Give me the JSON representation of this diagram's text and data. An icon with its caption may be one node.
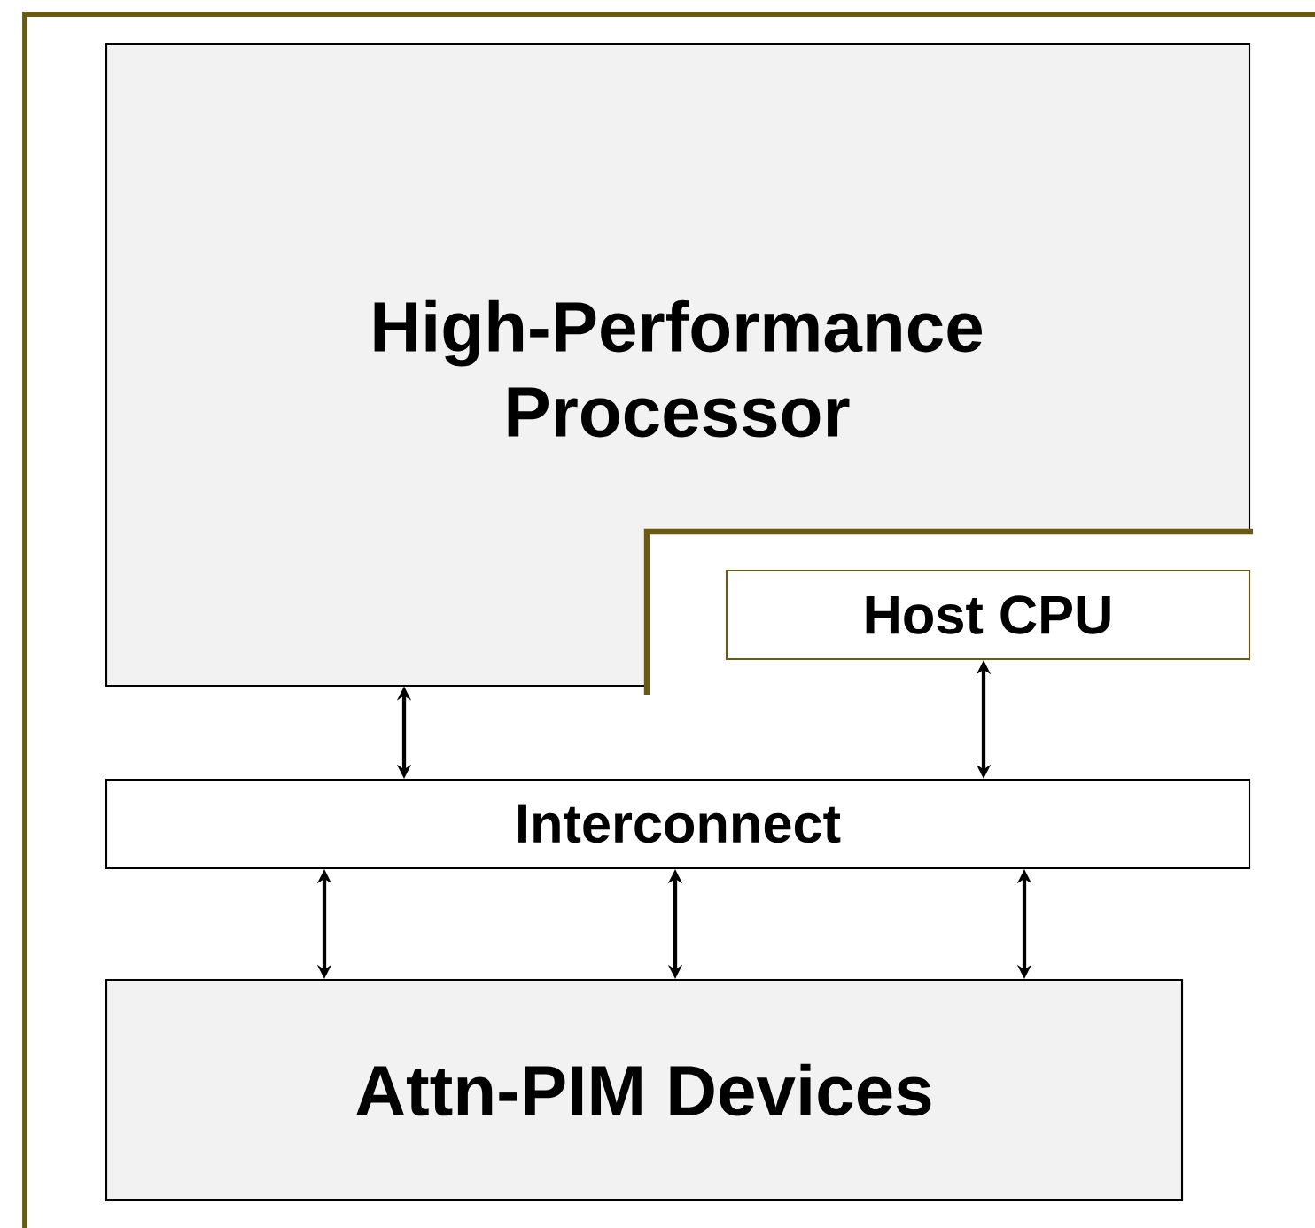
{
  "diagram": {
    "nodes": [
      {
        "text": [
          "High-Performance Processor"
        ]
      },
      {
        "text": [
          "Host CPU"
        ]
      },
      {
        "text": [
          "Interconnect"
        ]
      },
      {
        "text": [
          "Attn-PIM Devices"
        ]
      }
    ],
    "edges": [
      {
        "from": 0,
        "to": 2,
        "arrow": "both"
      },
      {
        "from": 1,
        "to": 2,
        "arrow": "both"
      },
      {
        "from": 2,
        "to": 3,
        "arrow": "both"
      },
      {
        "from": 2,
        "to": 3,
        "arrow": "both"
      },
      {
        "from": 2,
        "to": 3,
        "arrow": "both"
      }
    ]
  }
}
